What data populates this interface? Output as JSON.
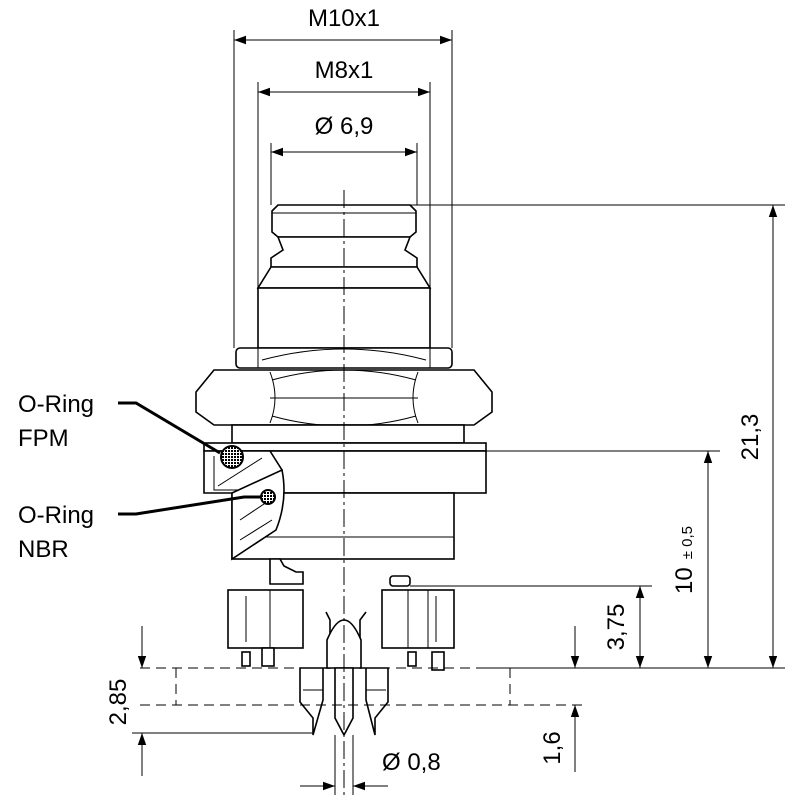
{
  "drawing": {
    "dimensions": {
      "thread_outer": "M10x1",
      "thread_inner": "M8x1",
      "diameter_top": "Ø 6,9",
      "total_height": "21,3",
      "height_10": "10",
      "tolerance": "± 0,5",
      "height_375": "3,75",
      "height_285": "2,85",
      "pcb_thickness": "1,6",
      "pin_diameter": "Ø 0,8"
    },
    "labels": {
      "oring_fpm_line1": "O-Ring",
      "oring_fpm_line2": "FPM",
      "oring_nbr_line1": "O-Ring",
      "oring_nbr_line2": "NBR"
    }
  }
}
